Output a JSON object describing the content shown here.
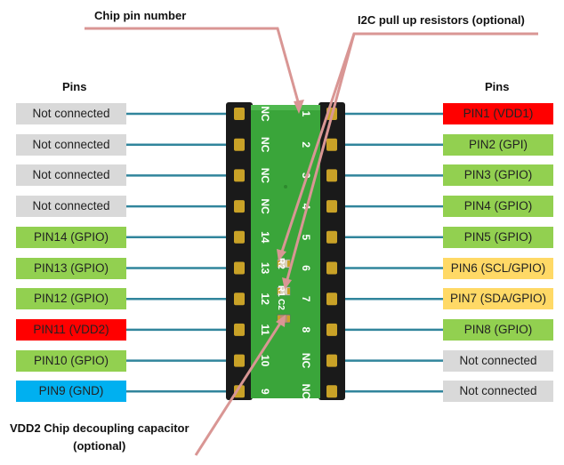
{
  "annotations": {
    "chip_pin_number": "Chip pin number",
    "i2c_pullups": "I2C pull up resistors (optional)",
    "vdd2_decoupling_line1": "VDD2 Chip decoupling capacitor",
    "vdd2_decoupling_line2": "(optional)"
  },
  "left_column": {
    "title": "Pins",
    "pins": [
      {
        "label": "Not connected",
        "color": "#d9d9d9",
        "text_color": "#222222"
      },
      {
        "label": "Not connected",
        "color": "#d9d9d9",
        "text_color": "#222222"
      },
      {
        "label": "Not connected",
        "color": "#d9d9d9",
        "text_color": "#222222"
      },
      {
        "label": "Not connected",
        "color": "#d9d9d9",
        "text_color": "#222222"
      },
      {
        "label": "PIN14 (GPIO)",
        "color": "#92d050",
        "text_color": "#222222"
      },
      {
        "label": "PIN13 (GPIO)",
        "color": "#92d050",
        "text_color": "#222222"
      },
      {
        "label": "PIN12 (GPIO)",
        "color": "#92d050",
        "text_color": "#222222"
      },
      {
        "label": "PIN11 (VDD2)",
        "color": "#ff0000",
        "text_color": "#222222"
      },
      {
        "label": "PIN10 (GPIO)",
        "color": "#92d050",
        "text_color": "#222222"
      },
      {
        "label": "PIN9 (GND)",
        "color": "#00b0f0",
        "text_color": "#222222"
      }
    ]
  },
  "right_column": {
    "title": "Pins",
    "pins": [
      {
        "label": "PIN1 (VDD1)",
        "color": "#ff0000",
        "text_color": "#222222"
      },
      {
        "label": "PIN2 (GPI)",
        "color": "#92d050",
        "text_color": "#222222"
      },
      {
        "label": "PIN3 (GPIO)",
        "color": "#92d050",
        "text_color": "#222222"
      },
      {
        "label": "PIN4 (GPIO)",
        "color": "#92d050",
        "text_color": "#222222"
      },
      {
        "label": "PIN5 (GPIO)",
        "color": "#92d050",
        "text_color": "#222222"
      },
      {
        "label": "PIN6 (SCL/GPIO)",
        "color": "#ffd966",
        "text_color": "#222222"
      },
      {
        "label": "PIN7 (SDA/GPIO)",
        "color": "#ffd966",
        "text_color": "#222222"
      },
      {
        "label": "PIN8 (GPIO)",
        "color": "#92d050",
        "text_color": "#222222"
      },
      {
        "label": "Not connected",
        "color": "#d9d9d9",
        "text_color": "#222222"
      },
      {
        "label": "Not connected",
        "color": "#d9d9d9",
        "text_color": "#222222"
      }
    ]
  },
  "board": {
    "left_silk": [
      "NC",
      "NC",
      "NC",
      "NC",
      "14",
      "13",
      "12",
      "11",
      "10",
      "9"
    ],
    "right_silk": [
      "1",
      "2",
      "3",
      "4",
      "5",
      "6",
      "7",
      "8",
      "NC",
      "NC"
    ],
    "component_labels": [
      "R2",
      "R1",
      "C2"
    ]
  },
  "colors": {
    "connector_line": "#31859c",
    "arrow": "#d99694",
    "pcb_green": "#3aa53a",
    "header_black": "#1a1a1a",
    "gold_pin": "#c9a227"
  }
}
